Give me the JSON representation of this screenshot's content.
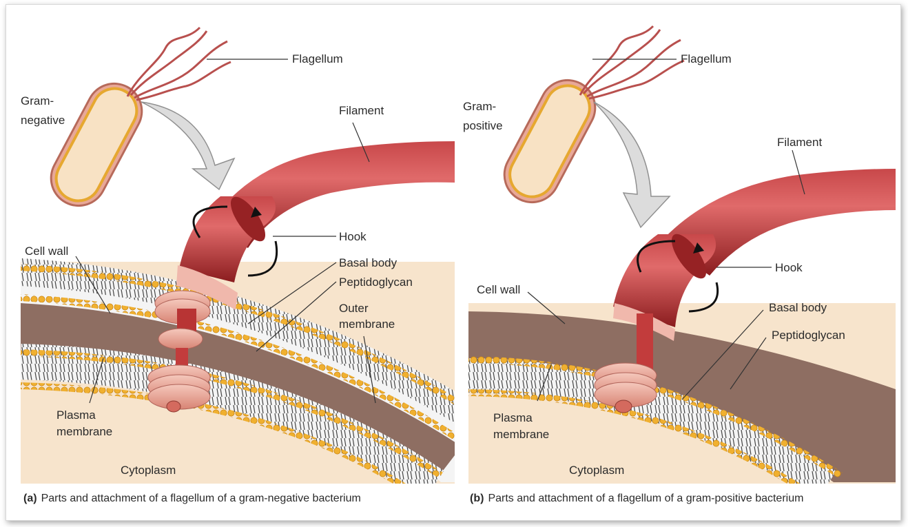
{
  "panel_a": {
    "bacterium_type": "Gram-\nnegative",
    "bacterium_type_line1": "Gram-",
    "bacterium_type_line2": "negative",
    "labels": {
      "flagellum": "Flagellum",
      "filament": "Filament",
      "hook": "Hook",
      "cell_wall": "Cell wall",
      "basal_body": "Basal body",
      "peptidoglycan": "Peptidoglycan",
      "outer_membrane_line1": "Outer",
      "outer_membrane_line2": "membrane",
      "plasma_membrane_line1": "Plasma",
      "plasma_membrane_line2": "membrane",
      "cytoplasm": "Cytoplasm"
    },
    "caption_letter": "(a)",
    "caption_text": "Parts and attachment of a flagellum of a gram-negative bacterium"
  },
  "panel_b": {
    "bacterium_type_line1": "Gram-",
    "bacterium_type_line2": "positive",
    "labels": {
      "flagellum": "Flagellum",
      "filament": "Filament",
      "hook": "Hook",
      "cell_wall": "Cell wall",
      "basal_body": "Basal body",
      "peptidoglycan": "Peptidoglycan",
      "plasma_membrane_line1": "Plasma",
      "plasma_membrane_line2": "membrane",
      "cytoplasm": "Cytoplasm"
    },
    "caption_letter": "(b)",
    "caption_text": "Parts and attachment of a flagellum of a gram-positive bacterium"
  },
  "colors": {
    "filament": "#a8282a",
    "cytoplasm": "#f7e4cc",
    "periplasm": "#8e6e62",
    "lipid_head": "#f0b030",
    "basal_ring": "#e8a898"
  }
}
